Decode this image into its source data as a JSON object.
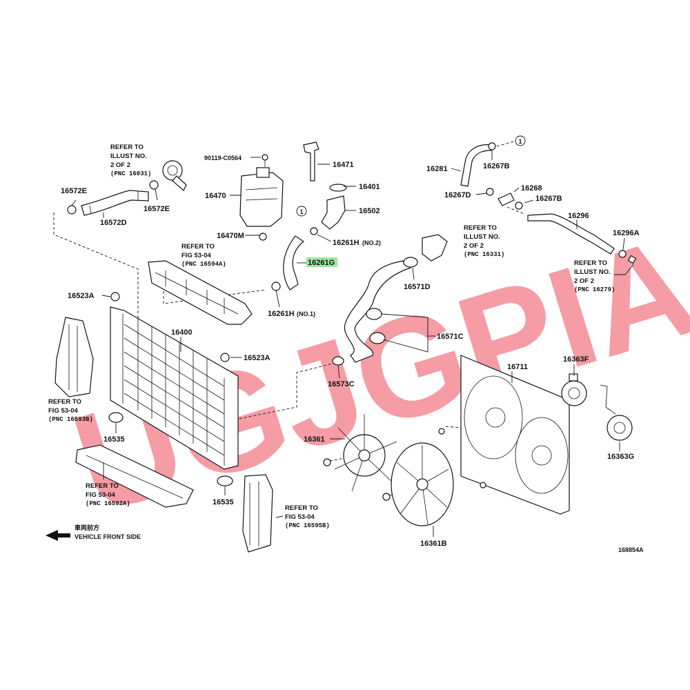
{
  "watermark": {
    "text": "UGJGPIA",
    "color": "#ee4c5c"
  },
  "highlight_color": "#9be79b",
  "diagram_id": "168854A",
  "direction": {
    "jp": "車両前方",
    "en": "VEHICLE FRONT SIDE"
  },
  "labels": {
    "p16572E_a": "16572E",
    "p16572D": "16572D",
    "p16572E_b": "16572E",
    "p90119": "90119-C0564",
    "p16471": "16471",
    "p16470": "16470",
    "p16401": "16401",
    "p16502": "16502",
    "p16470M": "16470M",
    "p16261H2": "16261H",
    "p16261H2_note": "(NO.2)",
    "p16261G": "16261G",
    "p16261H1": "16261H",
    "p16261H1_note": "(NO.1)",
    "p16281": "16281",
    "p16267B_a": "16267B",
    "p16267D": "16267D",
    "p16268": "16268",
    "p16267B_b": "16267B",
    "p16296": "16296",
    "p16296A": "16296A",
    "p16571D": "16571D",
    "p16571C": "16571C",
    "p16573C": "16573C",
    "p16523A_a": "16523A",
    "p16523A_b": "16523A",
    "p16400": "16400",
    "p16535_a": "16535",
    "p16535_b": "16535",
    "p16361": "16361",
    "p16361B": "16361B",
    "p16711": "16711",
    "p16363F": "16363F",
    "p16363G": "16363G",
    "circle1_a": "1",
    "circle1_b": "1"
  },
  "refs": {
    "r16031": {
      "l1": "REFER TO",
      "l2": "ILLUST NO.",
      "l3": "2 OF 2",
      "l4": "(PNC 16031)"
    },
    "r16594A": {
      "l1": "REFER TO",
      "l2": "FIG 53-04",
      "l3": "(PNC 16594A)"
    },
    "r16331": {
      "l1": "REFER TO",
      "l2": "ILLUST NO.",
      "l3": "2 OF 2",
      "l4": "(PNC 16331)"
    },
    "r16279": {
      "l1": "REFER TO",
      "l2": "ILLUST NO.",
      "l3": "2 OF 2",
      "l4": "(PNC 16279)"
    },
    "r16593B": {
      "l1": "REFER TO",
      "l2": "FIG 53-04",
      "l3": "(PNC 16593B)"
    },
    "r16592A": {
      "l1": "REFER TO",
      "l2": "FIG 53-04",
      "l3": "(PNC 16592A)"
    },
    "r16595B": {
      "l1": "REFER TO",
      "l2": "FIG 53-04",
      "l3": "(PNC 16595B)"
    }
  }
}
